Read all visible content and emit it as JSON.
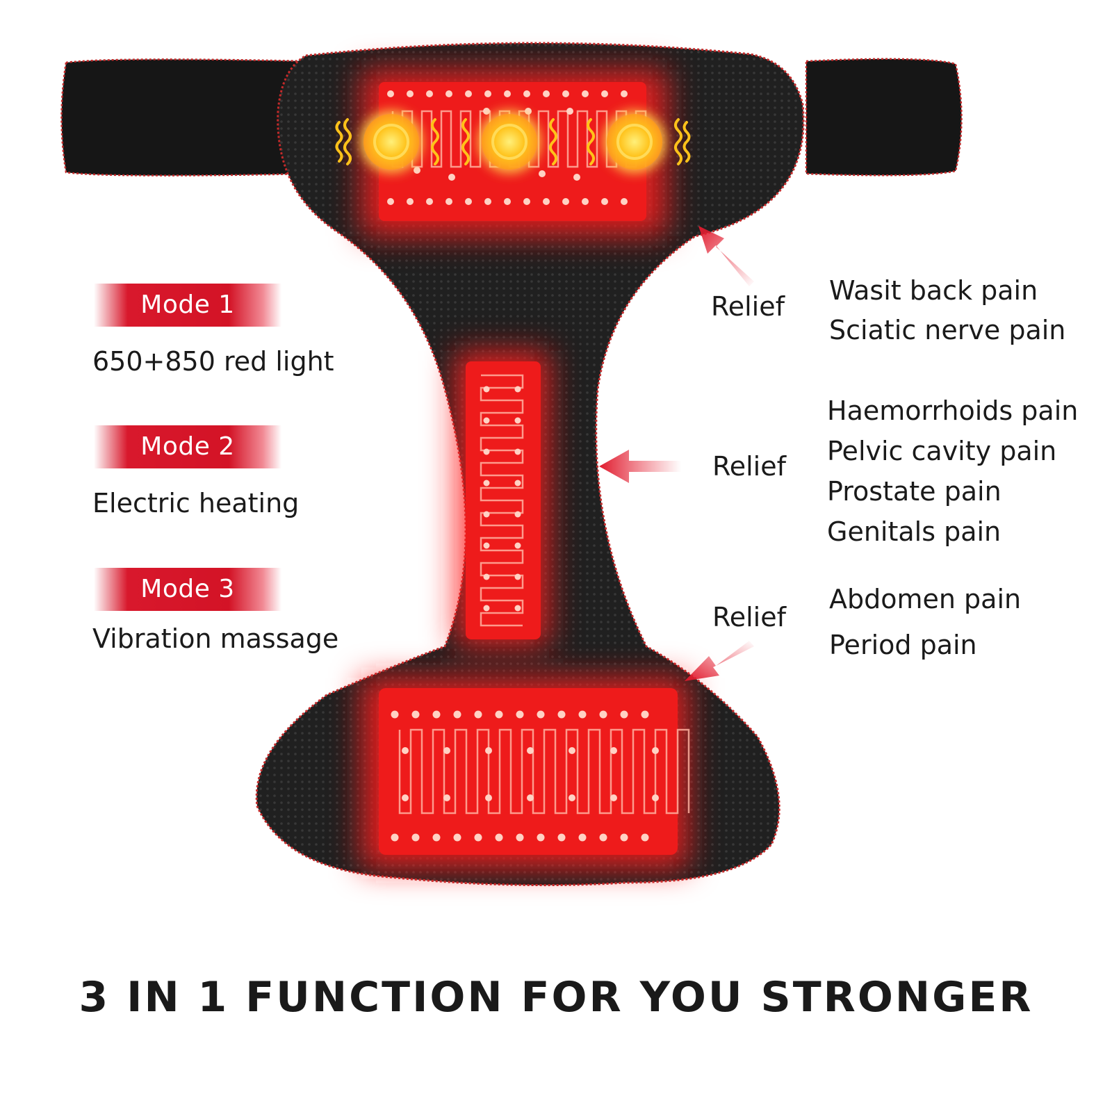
{
  "modes": [
    {
      "badge": "Mode 1",
      "description": "650+850 red light"
    },
    {
      "badge": "Mode 2",
      "description": "Electric heating"
    },
    {
      "badge": "Mode 3",
      "description": "Vibration massage"
    }
  ],
  "relief_groups": [
    {
      "label": "Relief",
      "items": [
        "Wasit back pain",
        "Sciatic nerve pain"
      ]
    },
    {
      "label": "Relief",
      "items": [
        "Haemorrhoids pain",
        "Pelvic cavity pain",
        "Prostate pain",
        "Genitals pain"
      ]
    },
    {
      "label": "Relief",
      "items": [
        "Abdomen pain",
        "Period pain"
      ]
    }
  ],
  "tagline": "3 IN 1 FUNCTION FOR YOU STRONGER",
  "colors": {
    "accent_red": "#d31326",
    "belt_black": "#1c1c1c",
    "glow_red": "#ff1a1a",
    "vibration_yellow": "#ffc21a",
    "text": "#1a1a1a"
  }
}
